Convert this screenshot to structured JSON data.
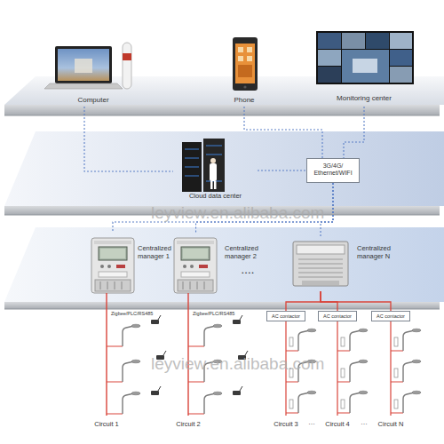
{
  "diagram": {
    "nodes": [
      {
        "text": [
          "Computer"
        ]
      },
      {
        "text": [
          "Phone"
        ]
      },
      {
        "text": [
          "Monitoring center"
        ]
      },
      {
        "text": [
          "Cloud data center"
        ]
      },
      {
        "text": [
          "3G/4G/ Ethernet/WIFI"
        ]
      },
      {
        "text": [
          "Centralized manager 1"
        ]
      },
      {
        "text": [
          "Centralized manager 2"
        ]
      },
      {
        "text": [
          "Centralized manager N"
        ]
      },
      {
        "text": [
          "AC contactor"
        ]
      },
      {
        "text": [
          "AC contactor"
        ]
      },
      {
        "text": [
          "AC contactor"
        ]
      }
    ],
    "edges": [
      {
        "from": 0,
        "to": 3,
        "arrow": "none"
      },
      {
        "from": 1,
        "to": 4,
        "arrow": "none"
      },
      {
        "from": 2,
        "to": 4,
        "arrow": "none"
      },
      {
        "from": 3,
        "to": 4,
        "arrow": "none"
      },
      {
        "from": 4,
        "to": 5,
        "arrow": "none"
      },
      {
        "from": 4,
        "to": 6,
        "arrow": "none"
      },
      {
        "from": 4,
        "to": 7,
        "arrow": "none"
      },
      {
        "from": 7,
        "to": 8,
        "arrow": "none"
      },
      {
        "from": 7,
        "to": 9,
        "arrow": "none"
      },
      {
        "from": 7,
        "to": 10,
        "arrow": "none"
      }
    ],
    "labels": [
      "Zigbee/PLC/RS485",
      "Zigbee/PLC/RS485",
      "• • • •",
      "Circuit 1",
      "Circuit 2",
      "Circuit 3",
      "···",
      "Circuit 4",
      "···",
      "Circuit N",
      "leyview.en.alibaba.com",
      "leyview.en.alibaba.com"
    ]
  }
}
